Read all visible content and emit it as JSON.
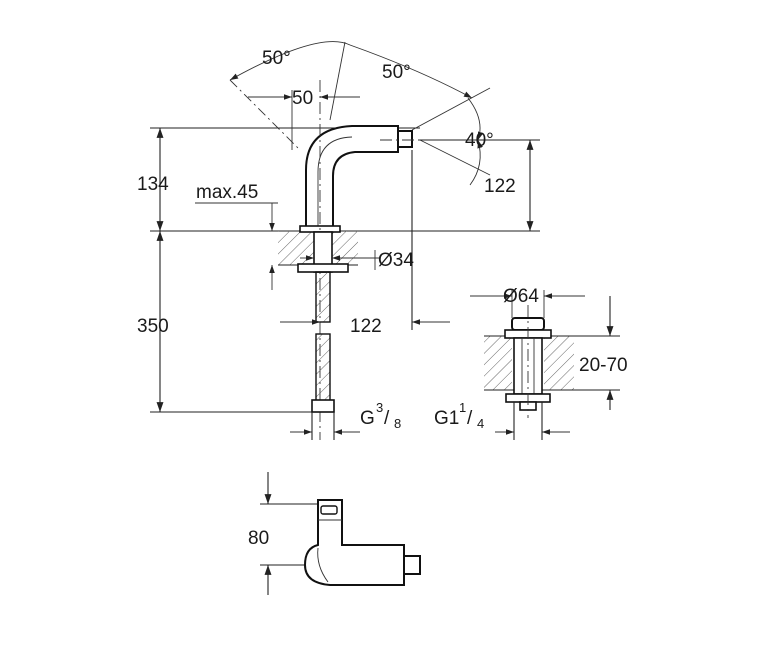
{
  "dimensions": {
    "angle_left": "50°",
    "angle_right": "50°",
    "spout_width": "50",
    "spout_angle": "40°",
    "height_above_deck": "134",
    "deck_thickness": "max.45",
    "spout_height": "122",
    "bore_diameter": "Ø34",
    "hose_length": "350",
    "reach": "122",
    "hose_thread_prefix": "G",
    "hose_thread_num": "3",
    "hose_thread_den": "8",
    "waste_diameter": "Ø64",
    "waste_thickness": "20-70",
    "waste_thread_prefix": "G1",
    "waste_thread_num": "1",
    "waste_thread_den": "4",
    "top_view_depth": "80"
  }
}
